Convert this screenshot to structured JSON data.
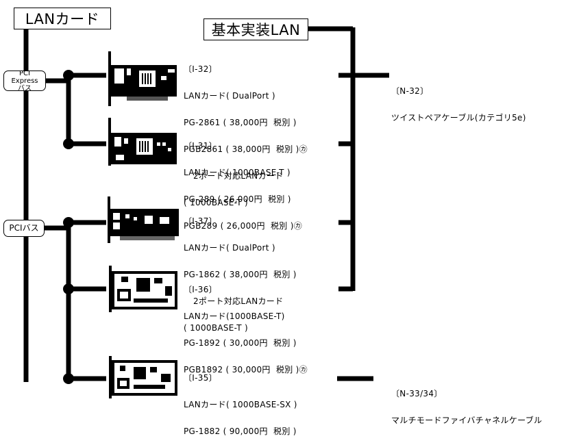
{
  "titles": {
    "lan_card": "LANカード",
    "builtin_lan": "基本実装LAN"
  },
  "buses": {
    "pcie_line1": "PCI Express",
    "pcie_line2": "バス",
    "pci": "PCIバス"
  },
  "products": [
    {
      "code": "〔I-32〕",
      "name": "LANカード( DualPort )",
      "lines": [
        "PG-2861 ( 38,000円  税別 )",
        "PGB2861 ( 38,000円  税別 )㋕"
      ],
      "notes": [
        "2ポート対応LANカード",
        "( 1000BASE-T )"
      ]
    },
    {
      "code": "〔I-31〕",
      "name": "LANカード( 1000BASE-T )",
      "lines": [
        "PG-289 ( 26,000円  税別 )",
        "PGB289 ( 26,000円  税別 )㋕"
      ],
      "notes": []
    },
    {
      "code": "〔I-37〕",
      "name": "LANカード( DualPort )",
      "lines": [
        "PG-1862 ( 38,000円  税別 )"
      ],
      "notes": [
        "2ポート対応LANカード",
        "( 1000BASE-T )"
      ]
    },
    {
      "code": "〔I-36〕",
      "name": "LANカード(1000BASE-T)",
      "lines": [
        "PG-1892 ( 30,000円  税別 )",
        "PGB1892 ( 30,000円  税別 )㋕"
      ],
      "notes": []
    },
    {
      "code": "〔I-35〕",
      "name": "LANカード( 1000BASE-SX )",
      "lines": [
        "PG-1882 ( 90,000円  税別 )"
      ],
      "notes": []
    }
  ],
  "cables": [
    {
      "code": "〔N-32〕",
      "name": "ツイストペアケーブル(カテゴリ5e)"
    },
    {
      "code": "〔N-33/34〕",
      "name": "マルチモードファイバチャネルケーブル"
    }
  ]
}
